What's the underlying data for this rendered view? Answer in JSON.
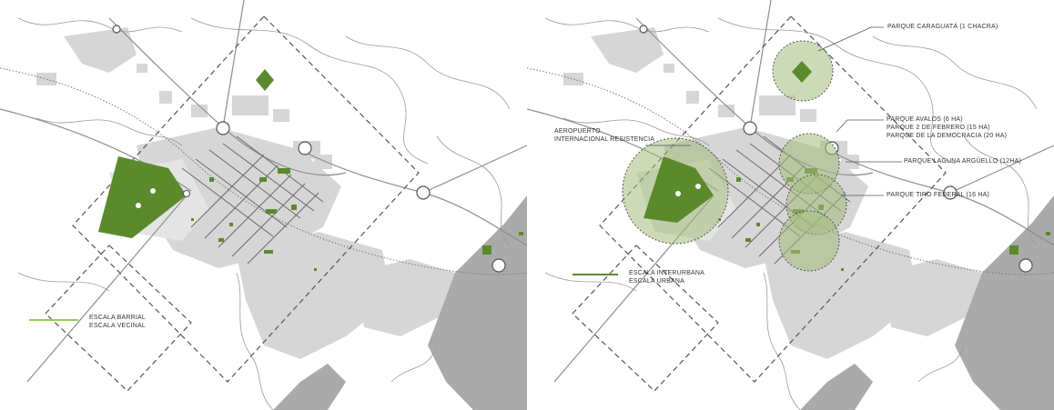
{
  "colors": {
    "urban_fabric": "#d4d4d4",
    "water": "#a9a9a9",
    "green_dark": "#5b8a2c",
    "green_light": "#8bd34e",
    "influence_fill": "#a4bc7c",
    "road": "#8c8c8c",
    "dashed": "#555555"
  },
  "left_map": {
    "legend": {
      "barrial": "ESCALA BARRIAL",
      "vecinal": "ESCALA VECINAL"
    }
  },
  "right_map": {
    "labels": {
      "caraguata": "PARQUE CARAGUATÁ (1 CHACRA)",
      "avalos": "PARQUE AVALOS (6 Ha)",
      "febrero": "PARQUE 2 DE FEBRERO (15 Ha)",
      "democracia": "PARQUE DE LA DEMOCRACIA (20 Ha)",
      "laguna": "PARQUE LAGUNA ARGÜELLO (12Ha)",
      "tiro": "PARQUE TIRO FEDERAL (16 Ha)",
      "aeropuerto_1": "AEROPUERTO",
      "aeropuerto_2": "INTERNACIONAL RESISTENCIA"
    },
    "legend": {
      "interurbana": "ESCALA INTERURBANA",
      "urbana": "ESCALA URBANA"
    }
  }
}
